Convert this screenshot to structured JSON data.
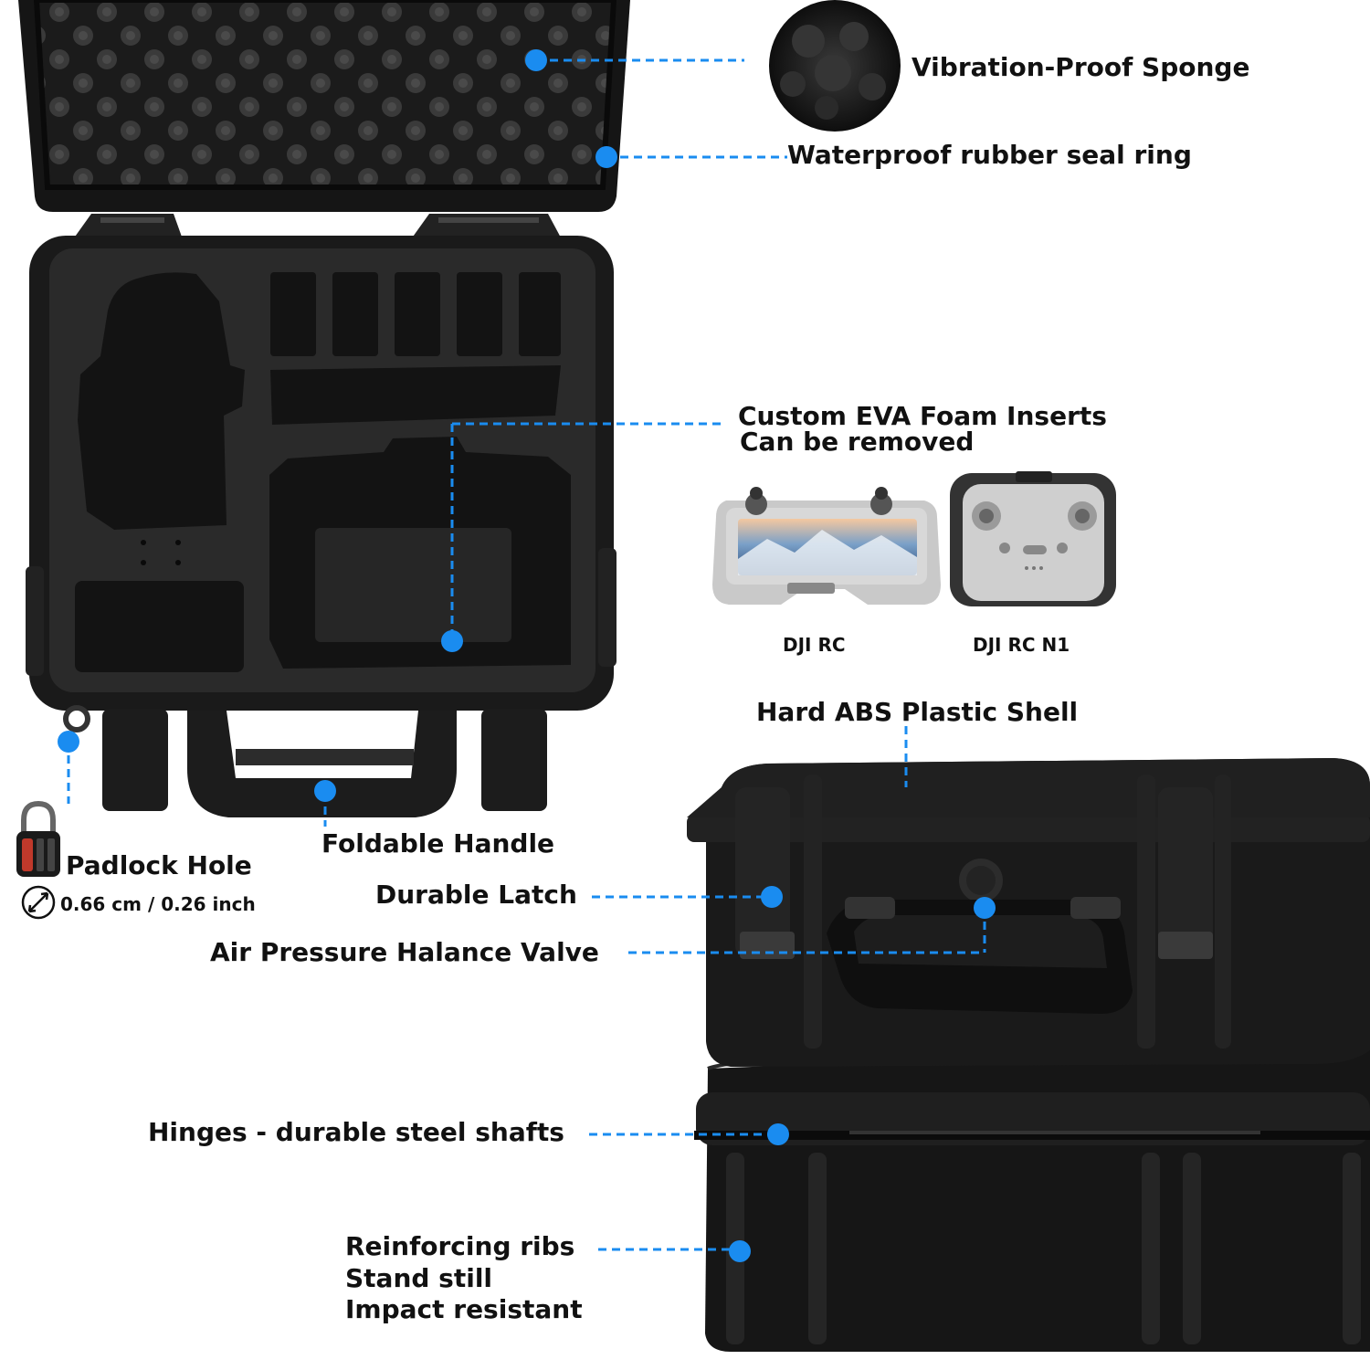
{
  "colors": {
    "accent": "#1a8cf0",
    "case": "#1c1c1c",
    "foam": "#262626",
    "background": "#ffffff",
    "text": "#111111"
  },
  "callouts": {
    "sponge": "Vibration-Proof Sponge",
    "seal_ring": "Waterproof rubber seal ring",
    "eva_title": "Custom EVA Foam Inserts",
    "eva_sub": "Can be removed",
    "controller_rc": "DJI RC",
    "controller_rc_n1": "DJI RC N1",
    "shell": "Hard ABS Plastic Shell",
    "handle": "Foldable Handle",
    "padlock": "Padlock Hole",
    "padlock_size": "0.66 cm / 0.26 inch",
    "latch": "Durable Latch",
    "valve": "Air Pressure Halance Valve",
    "hinges": "Hinges - durable steel shafts",
    "ribs_1": "Reinforcing ribs",
    "ribs_2": "Stand still",
    "ribs_3": "Impact resistant"
  },
  "icons": {
    "dot": "blue-dot-icon",
    "lock": "padlock-icon",
    "diameter": "diameter-arrow-icon"
  }
}
